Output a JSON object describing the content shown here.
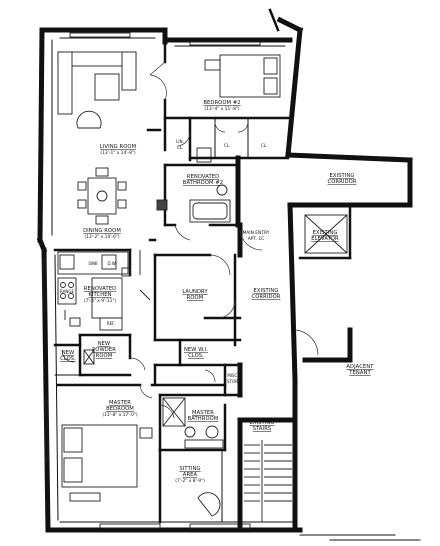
{
  "rooms": {
    "bedroom2": {
      "name": "BEDROOM #2",
      "dims": "(13'-4\" x 11'-8\")"
    },
    "living_room": {
      "name": "LIVING ROOM",
      "dims": "(13'-1\" x 14'-8\")"
    },
    "lin_cl": {
      "name": "LIN.",
      "sub": "CL."
    },
    "cl_a": {
      "name": "CL."
    },
    "cl_b": {
      "name": "CL."
    },
    "bathroom2": {
      "name": "RENOVATED",
      "sub": "BATHROOM #2"
    },
    "existing_corridor_top": {
      "name": "EXISTING",
      "sub": "CORRIDOR"
    },
    "dining_room": {
      "name": "DINING ROOM",
      "dims": "(13'-2\" x 10'-6\")"
    },
    "main_entry": {
      "name": "MAIN ENTRY",
      "sub": "APT. 1C"
    },
    "existing_elevator": {
      "name": "EXISTING",
      "sub": "ELEVATOR"
    },
    "kitchen": {
      "name": "RENOVATED",
      "sub": "KITCHEN",
      "dims": "(7'-4\" x 9'-11\")"
    },
    "laundry": {
      "name": "LAUNDRY",
      "sub": "ROOM"
    },
    "existing_corridor_mid": {
      "name": "EXISTING",
      "sub": "CORRIDOR"
    },
    "new_powder": {
      "name": "NEW",
      "sub": "POWDER",
      "sub2": "ROOM"
    },
    "new_clos_left": {
      "name": "NEW",
      "sub": "CLOS."
    },
    "new_wi_clos": {
      "name": "NEW W.I.",
      "sub": "CLOS."
    },
    "misc_stor": {
      "name": "MISC.",
      "sub": "STOR."
    },
    "adjacent_tenant": {
      "name": "ADJACENT",
      "sub": "TENANT"
    },
    "master_bedroom": {
      "name": "MASTER",
      "sub": "BEDROOM",
      "dims": "(11'-8\" x 17'-0\")"
    },
    "master_bathroom": {
      "name": "MASTER",
      "sub": "BATHROOM"
    },
    "existing_stairs": {
      "name": "EXISTING",
      "sub": "STAIRS"
    },
    "sitting_area": {
      "name": "SITTING",
      "sub": "AREA",
      "dims": "(7'-2\" x 8'-9\")"
    }
  },
  "fixtures": {
    "sink": "SINK",
    "dw": "D.W.",
    "range": "RANGE",
    "refrigerator": "REF."
  }
}
